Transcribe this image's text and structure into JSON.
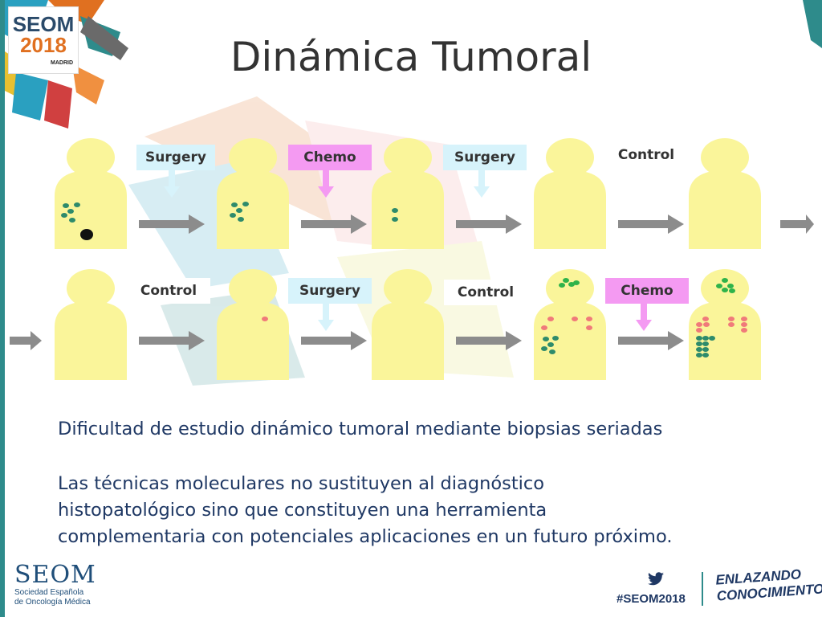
{
  "header": {
    "logo_seom": "SEOM",
    "logo_year": "2018",
    "logo_city": "MADRID",
    "title": "Dinámica Tumoral"
  },
  "diagram": {
    "row1_labels": [
      "Surgery",
      "Chemo",
      "Surgery",
      "Control"
    ],
    "row2_labels": [
      "Control",
      "Surgery",
      "Control",
      "Chemo"
    ]
  },
  "text": {
    "line1": "Dificultad de estudio dinámico tumoral mediante biopsias seriadas",
    "para2_l1": "Las técnicas moleculares no sustituyen al diagnóstico",
    "para2_l2": "histopatológico sino que constituyen una herramienta",
    "para2_l3": "complementaria con potenciales aplicaciones en un futuro próximo."
  },
  "footer": {
    "seom": "SEOM",
    "sub1": "Sociedad Española",
    "sub2": "de Oncología Médica",
    "hashtag": "#SEOM2018",
    "slogan1": "ENLAZANDO",
    "slogan2": "CONOCIMIENTO"
  },
  "colors": {
    "figure": "#faf59a",
    "arrow": "#8c8c8c",
    "teal_cell": "#2e8b6b",
    "green_cell": "#2fb34a",
    "pink_cell": "#f07a7a",
    "surgery_box": "#d7f3fb",
    "chemo_box": "#f49af2",
    "text": "#1f3864"
  }
}
